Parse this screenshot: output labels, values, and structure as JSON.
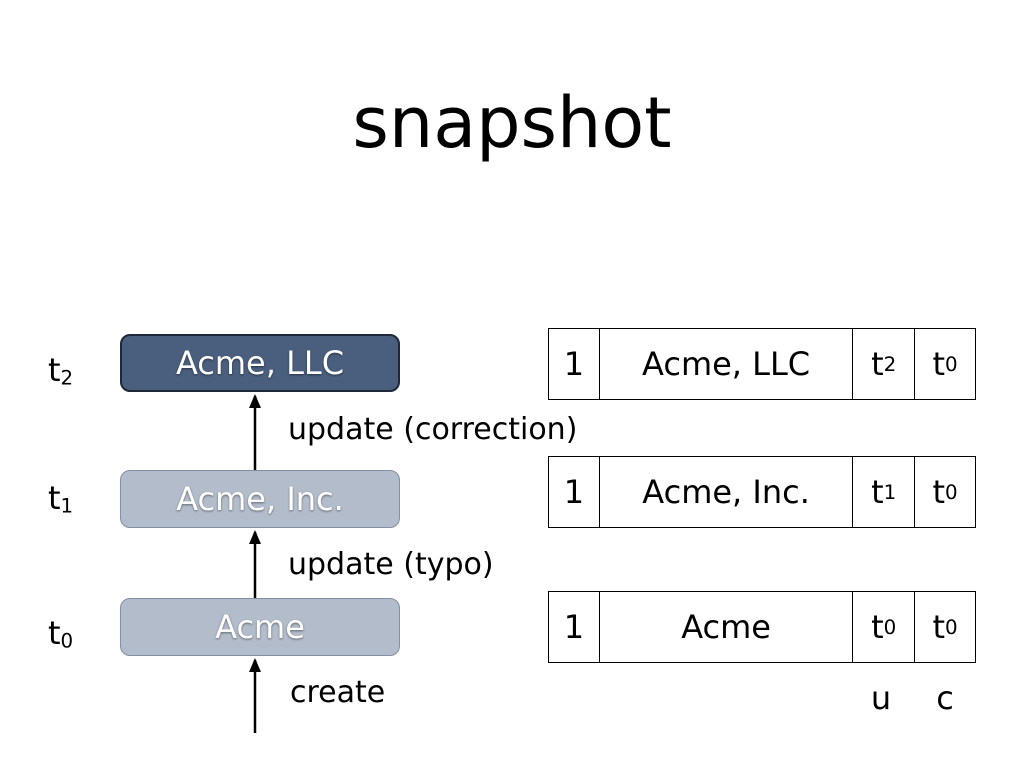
{
  "title": "snapshot",
  "time_labels": [
    {
      "base": "t",
      "sub": "2"
    },
    {
      "base": "t",
      "sub": "1"
    },
    {
      "base": "t",
      "sub": "0"
    }
  ],
  "states": [
    "Acme, LLC",
    "Acme, Inc.",
    "Acme"
  ],
  "operations": [
    "update (correction)",
    "update (typo)",
    "create"
  ],
  "table_rows": [
    {
      "id": "1",
      "name": "Acme, LLC",
      "u": {
        "base": "t",
        "sub": "2"
      },
      "c": {
        "base": "t",
        "sub": "0"
      }
    },
    {
      "id": "1",
      "name": "Acme, Inc.",
      "u": {
        "base": "t",
        "sub": "1"
      },
      "c": {
        "base": "t",
        "sub": "0"
      }
    },
    {
      "id": "1",
      "name": "Acme",
      "u": {
        "base": "t",
        "sub": "0"
      },
      "c": {
        "base": "t",
        "sub": "0"
      }
    }
  ],
  "column_headers": {
    "u": "u",
    "c": "c"
  },
  "colors": {
    "current_state_fill": "#4a5f7e",
    "past_state_fill": "#b2bccb"
  }
}
